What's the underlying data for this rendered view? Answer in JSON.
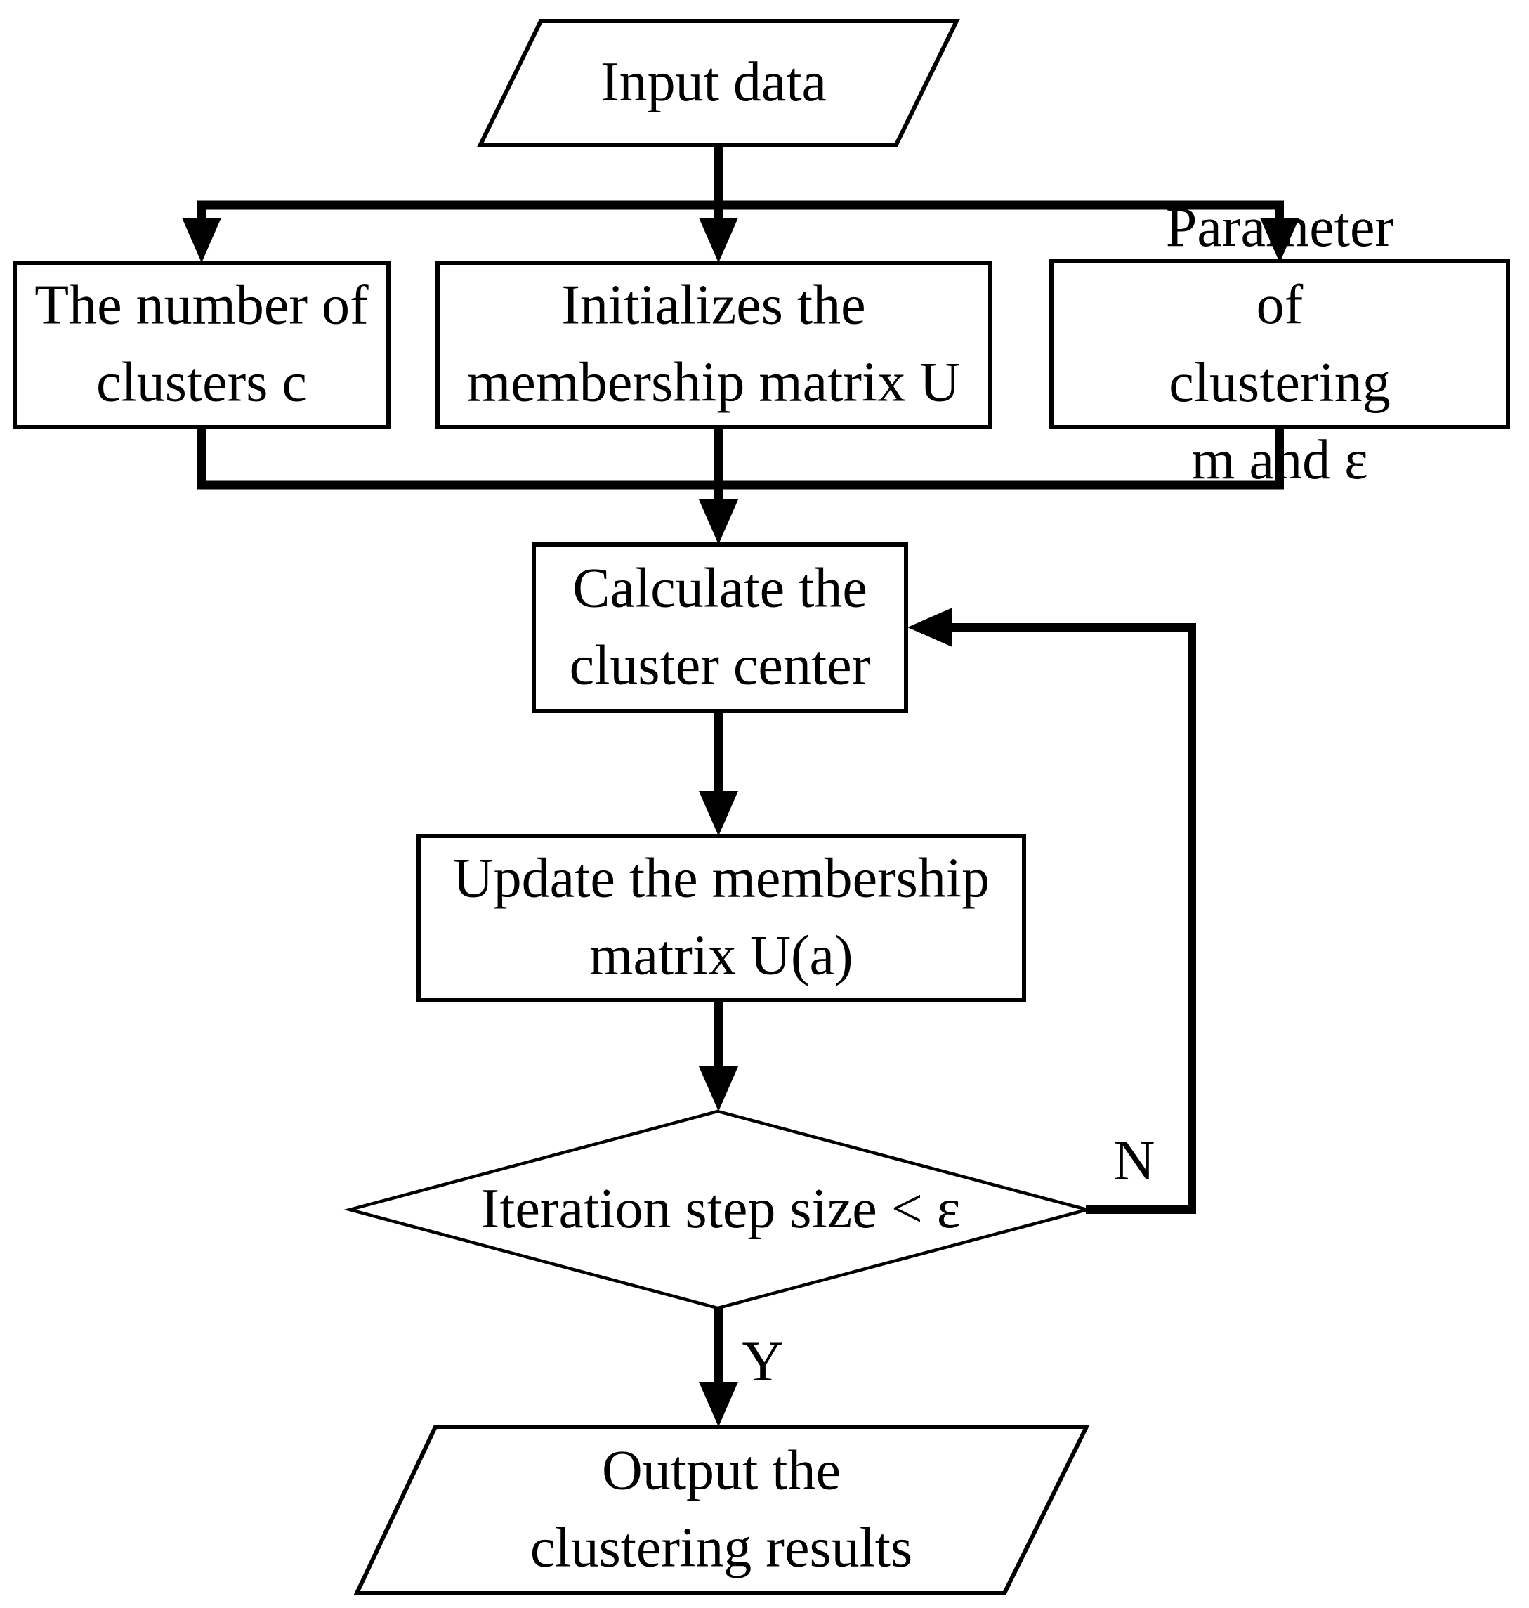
{
  "colors": {
    "background": "#ffffff",
    "stroke": "#000000",
    "text": "#000000"
  },
  "flowchart": {
    "type": "flowchart",
    "nodes": {
      "input": {
        "shape": "parallelogram",
        "label": "Input data"
      },
      "clusters": {
        "shape": "process",
        "label": "The number of\nclusters c"
      },
      "init_membership": {
        "shape": "process",
        "label": "Initializes the\nmembership matrix U"
      },
      "parameters": {
        "shape": "process",
        "label": "Parameter of\nclustering m and ε"
      },
      "calculate_center": {
        "shape": "process",
        "label": "Calculate the\ncluster center"
      },
      "update_matrix": {
        "shape": "process",
        "label": "Update the membership\nmatrix U(a)"
      },
      "decision": {
        "shape": "decision",
        "label": "Iteration step size < ε"
      },
      "output": {
        "shape": "parallelogram",
        "label": "Output the\nclustering results"
      }
    },
    "edge_labels": {
      "no": "N",
      "yes": "Y"
    },
    "edges": [
      {
        "from": "input",
        "to": "clusters"
      },
      {
        "from": "input",
        "to": "init_membership"
      },
      {
        "from": "input",
        "to": "parameters"
      },
      {
        "from": "clusters",
        "to": "calculate_center"
      },
      {
        "from": "init_membership",
        "to": "calculate_center"
      },
      {
        "from": "parameters",
        "to": "calculate_center"
      },
      {
        "from": "calculate_center",
        "to": "update_matrix"
      },
      {
        "from": "update_matrix",
        "to": "decision"
      },
      {
        "from": "decision",
        "to": "calculate_center",
        "label": "N"
      },
      {
        "from": "decision",
        "to": "output",
        "label": "Y"
      }
    ]
  }
}
